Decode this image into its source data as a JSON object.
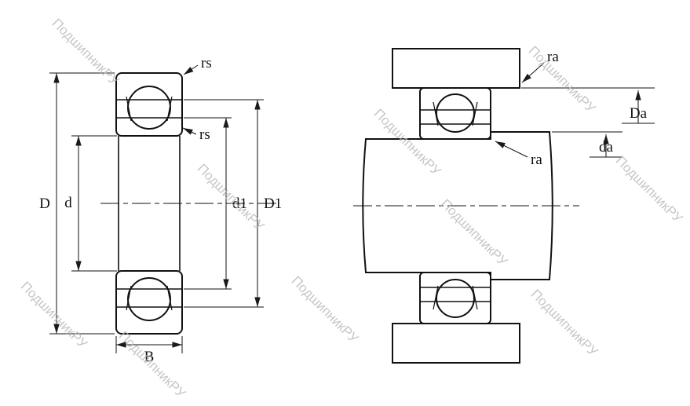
{
  "watermark": {
    "text": "ПодшипникРУ"
  },
  "left_view": {
    "labels": {
      "rs_outer": "rs",
      "rs_inner": "rs",
      "D": "D",
      "d": "d",
      "d1": "d1",
      "D1": "D1",
      "B": "B"
    }
  },
  "right_view": {
    "labels": {
      "ra_housing": "ra",
      "ra_shaft": "ra",
      "Da": "Da",
      "da": "da"
    }
  }
}
